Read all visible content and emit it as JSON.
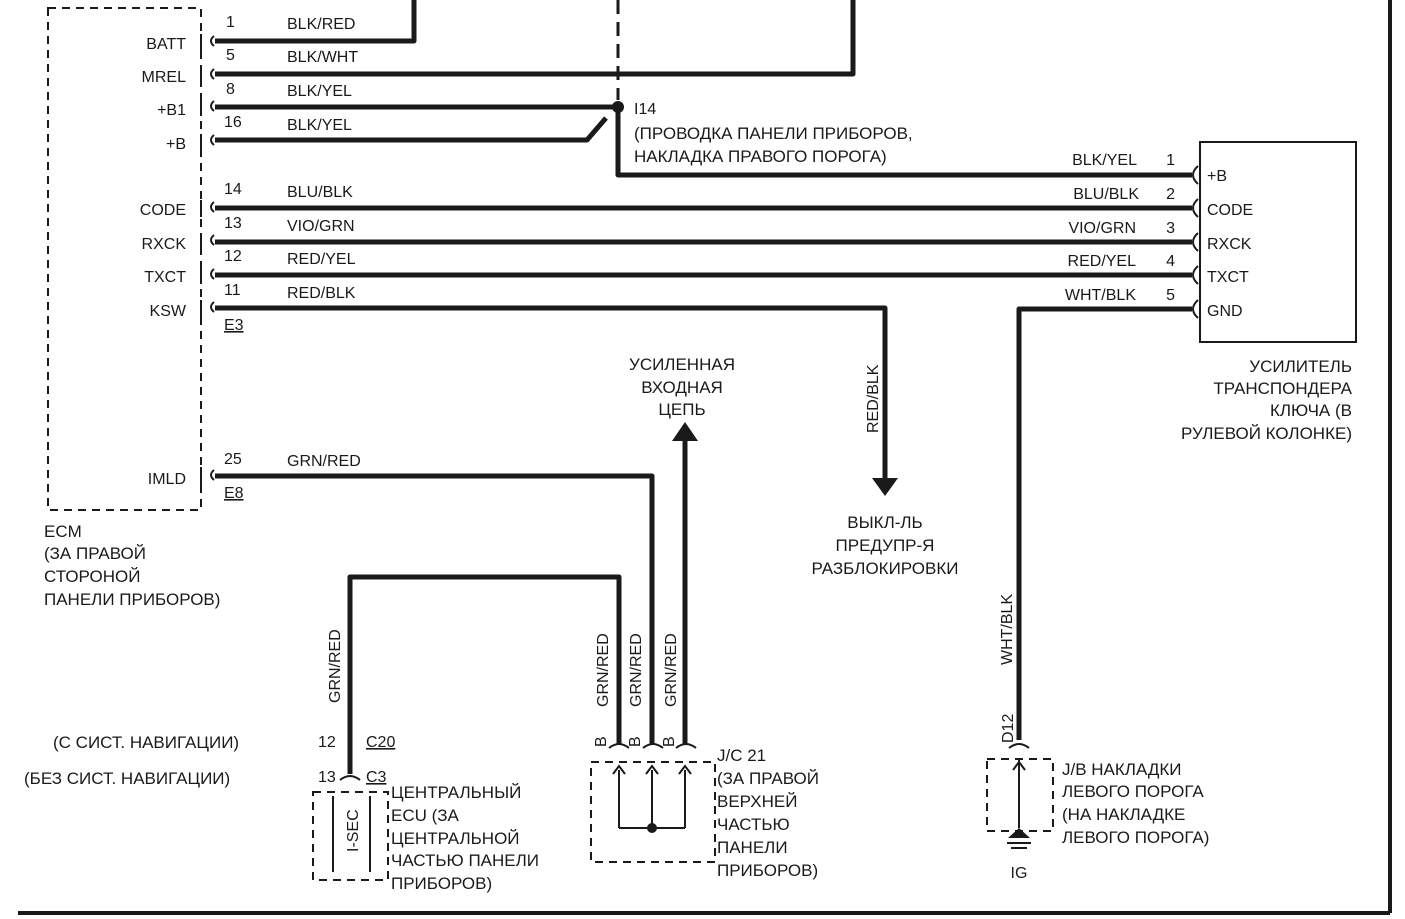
{
  "ecm": {
    "pins": {
      "batt": "BATT",
      "mrel": "MREL",
      "b1": "+B1",
      "b": "+B",
      "code": "CODE",
      "rxck": "RXCK",
      "txct": "TXCT",
      "ksw": "KSW",
      "imld": "IMLD"
    },
    "connector_e3": "E3",
    "connector_e8": "E8",
    "label_lines": [
      "ECM",
      "(ЗА ПРАВОЙ",
      "СТОРОНОЙ",
      "ПАНЕЛИ ПРИБОРОВ)"
    ]
  },
  "wires_left": [
    {
      "num": "1",
      "color": "BLK/RED"
    },
    {
      "num": "5",
      "color": "BLK/WHT"
    },
    {
      "num": "8",
      "color": "BLK/YEL"
    },
    {
      "num": "16",
      "color": "BLK/YEL"
    },
    {
      "num": "14",
      "color": "BLU/BLK"
    },
    {
      "num": "13",
      "color": "VIO/GRN"
    },
    {
      "num": "12",
      "color": "RED/YEL"
    },
    {
      "num": "11",
      "color": "RED/BLK"
    },
    {
      "num": "25",
      "color": "GRN/RED"
    }
  ],
  "splice": {
    "id": "I14",
    "lines": [
      "(ПРОВОДКА ПАНЕЛИ ПРИБОРОВ,",
      "НАКЛАДКА ПРАВОГО ПОРОГА)"
    ]
  },
  "amplifier": {
    "pins": [
      "+B",
      "CODE",
      "RXCK",
      "TXCT",
      "GND"
    ],
    "wires": [
      {
        "num": "1",
        "color": "BLK/YEL"
      },
      {
        "num": "2",
        "color": "BLU/BLK"
      },
      {
        "num": "3",
        "color": "VIO/GRN"
      },
      {
        "num": "4",
        "color": "RED/YEL"
      },
      {
        "num": "5",
        "color": "WHT/BLK"
      }
    ],
    "label_lines": [
      "УСИЛИТЕЛЬ",
      "ТРАНСПОНДЕРА",
      "КЛЮЧА (В",
      "РУЛЕВОЙ КОЛОНКЕ)"
    ]
  },
  "boosted_input": {
    "lines": [
      "УСИЛЕННАЯ",
      "ВХОДНАЯ",
      "ЦЕПЬ"
    ]
  },
  "unlock_warning": {
    "wire": "RED/BLK",
    "lines": [
      "ВЫКЛ-ЛЬ",
      "ПРЕДУПР-Я",
      "РАЗБЛОКИРОВКИ"
    ]
  },
  "jc21": {
    "wires": [
      "GRN/RED",
      "GRN/RED",
      "GRN/RED"
    ],
    "pin": "B",
    "label_lines": [
      "J/C 21",
      "(ЗА ПРАВОЙ",
      "ВЕРХНЕЙ",
      "ЧАСТЬЮ",
      "ПАНЕЛИ",
      "ПРИБОРОВ)"
    ]
  },
  "central_ecu": {
    "wire": "GRN/RED",
    "pin_nav": "12",
    "conn_nav": "C20",
    "pin_no_nav": "13",
    "conn_no_nav": "C3",
    "with_nav": "(С СИСТ. НАВИГАЦИИ)",
    "without_nav": "(БЕЗ СИСТ. НАВИГАЦИИ)",
    "inner": "I-SEC",
    "label_lines": [
      "ЦЕНТРАЛЬНЫЙ",
      "ECU (ЗА",
      "ЦЕНТРАЛЬНОЙ",
      "ЧАСТЬЮ ПАНЕЛИ",
      "ПРИБОРОВ)"
    ]
  },
  "jb": {
    "wire": "WHT/BLK",
    "conn": "D12",
    "ground": "IG",
    "label_lines": [
      "J/B НАКЛАДКИ",
      "ЛЕВОГО ПОРОГА",
      "(НА НАКЛАДКЕ",
      "ЛЕВОГО ПОРОГА)"
    ]
  }
}
